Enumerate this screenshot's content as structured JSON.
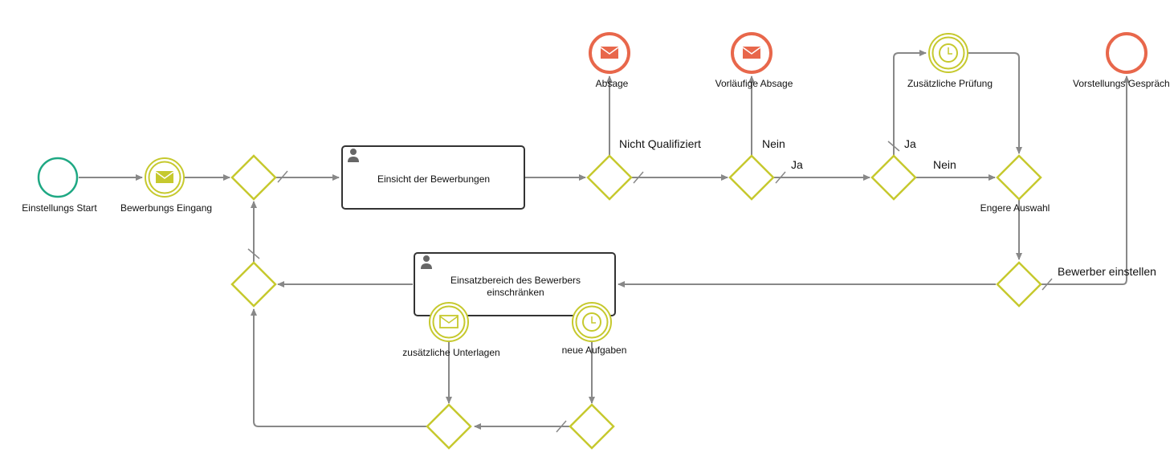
{
  "colors": {
    "start": "#1ea883",
    "end": "#e8674b",
    "gateway": "#c6c92e",
    "intermediate": "#c6c92e",
    "flow": "#888888",
    "task_border": "#333333"
  },
  "events": {
    "start": {
      "label": "Einstellungs Start"
    },
    "msg_eingang": {
      "label": "Bewerbungs Eingang",
      "icon": "envelope-icon"
    },
    "end_absage": {
      "label": "Absage",
      "icon": "envelope-icon"
    },
    "end_vorlaeufig": {
      "label": "Vorläufige Absage",
      "icon": "envelope-icon"
    },
    "timer_pruefung": {
      "label": "Zusätzliche Prüfung",
      "icon": "clock-icon"
    },
    "end_gespraech": {
      "label": "Vorstellungs Gespräch"
    },
    "msg_unterlagen": {
      "label": "zusätzliche Unterlagen",
      "icon": "envelope-icon"
    },
    "timer_aufgaben": {
      "label": "neue Aufgaben",
      "icon": "clock-icon"
    }
  },
  "tasks": {
    "einsicht": {
      "label": "Einsicht der Bewerbungen",
      "icon": "user-icon"
    },
    "einsatz": {
      "label_line1": "Einsatzbereich des Bewerbers",
      "label_line2": "einschränken",
      "icon": "user-icon"
    }
  },
  "gateways": {
    "engere": {
      "label": "Engere Auswahl"
    }
  },
  "flow_labels": {
    "nicht_qualifiziert": "Nicht Qualifiziert",
    "nein_1": "Nein",
    "ja_1": "Ja",
    "ja_2": "Ja",
    "nein_2": "Nein",
    "bewerber_einstellen": "Bewerber einstellen"
  }
}
